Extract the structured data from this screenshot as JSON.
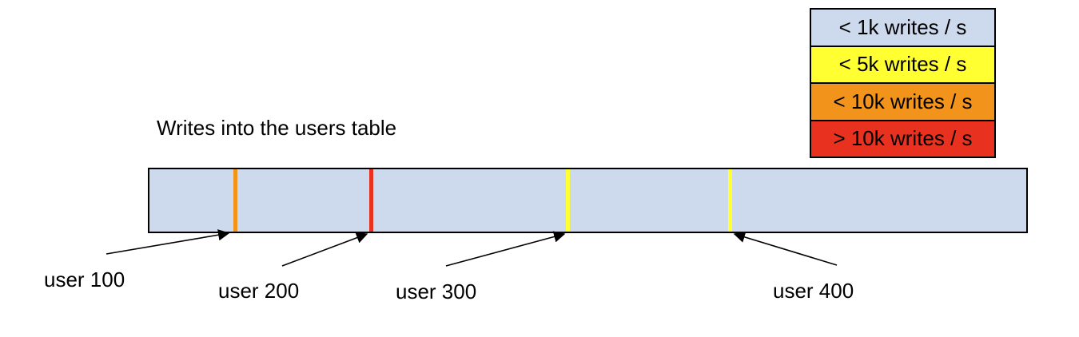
{
  "diagram": {
    "title": "Writes into the users table"
  },
  "legend": {
    "items": [
      {
        "label": "< 1k writes / s",
        "color": "#cdd9ed"
      },
      {
        "label": "< 5k writes / s",
        "color": "#ffff32"
      },
      {
        "label": "< 10k writes / s",
        "color": "#f2941b"
      },
      {
        "label": "> 10k writes / s",
        "color": "#e8321f"
      }
    ]
  },
  "users_table_bar": {
    "fill_color": "#cdd9ed",
    "hotspot_markers": [
      {
        "label": "user 100",
        "color": "#f2941b"
      },
      {
        "label": "user 200",
        "color": "#e8321f"
      },
      {
        "label": "user 300",
        "color": "#ffff32"
      },
      {
        "label": "user 400",
        "color": "#ffff32"
      }
    ]
  }
}
